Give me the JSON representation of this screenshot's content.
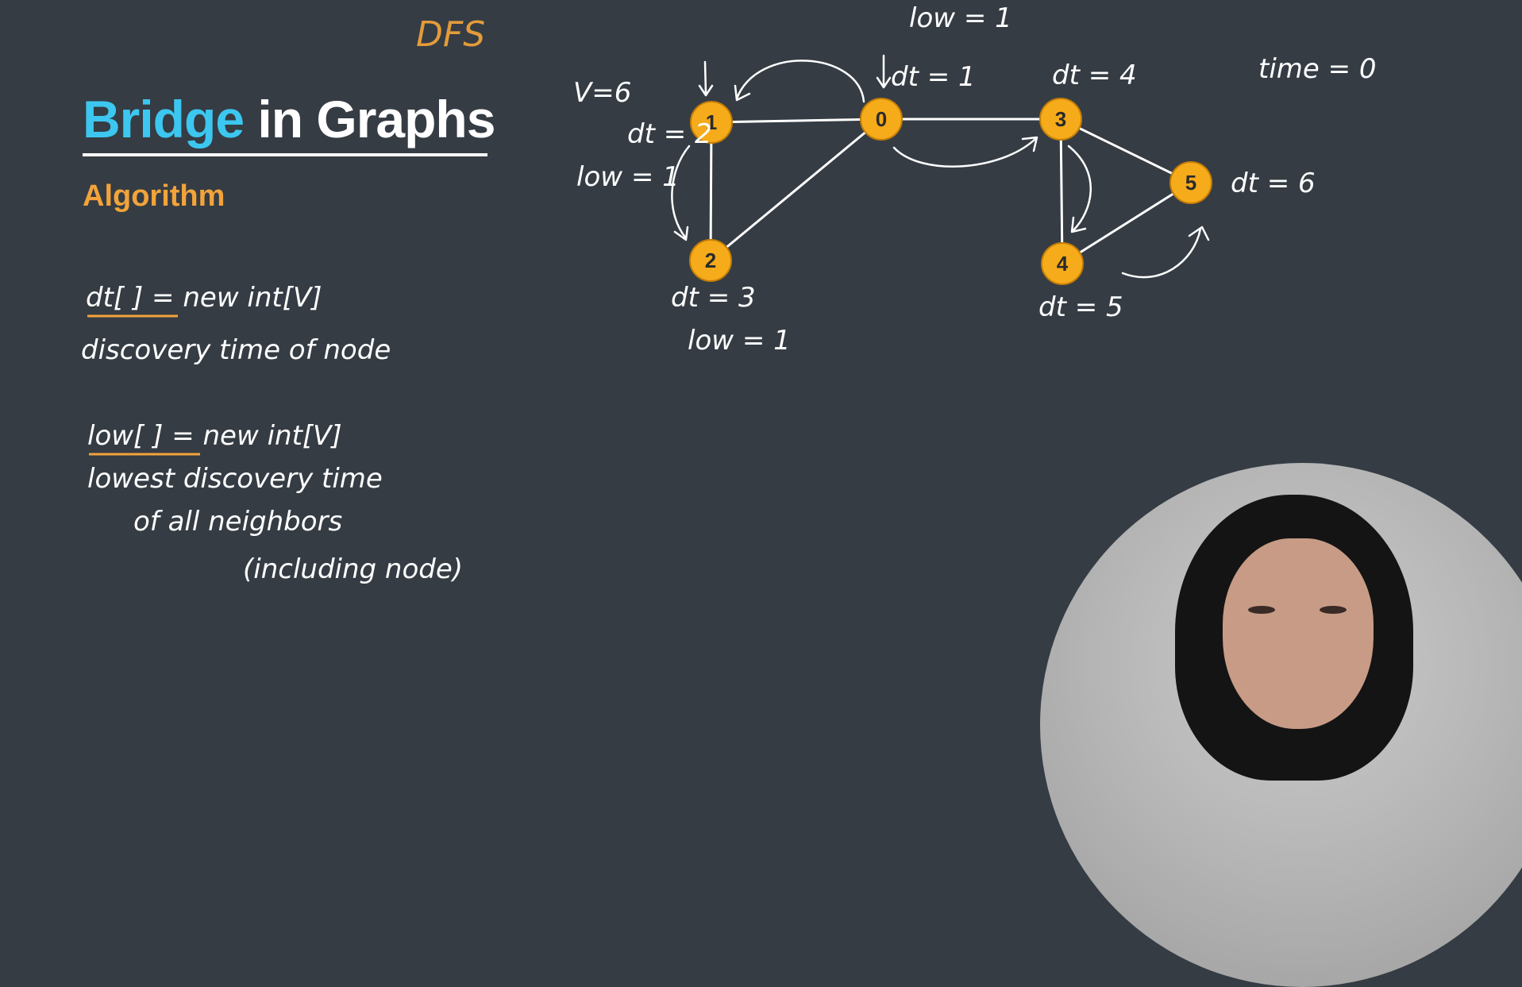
{
  "slide": {
    "title_accent": "Bridge",
    "title_rest": " in Graphs",
    "subtitle": "Algorithm",
    "dfs_label": "DFS",
    "vertex_count": "V=6",
    "time_label": "time = 0"
  },
  "definitions": {
    "dt_decl": "dt[ ] = new int[V]",
    "dt_desc": "discovery time of node",
    "low_decl": "low[ ] = new int[V]",
    "low_desc_1": "lowest discovery time",
    "low_desc_2": "of all neighbors",
    "low_desc_3": "(including node)"
  },
  "graph": {
    "nodes": [
      {
        "id": "0",
        "label": "0",
        "dt": "dt = 1",
        "low": "low = 1"
      },
      {
        "id": "1",
        "label": "1",
        "dt": "dt = 2",
        "low": "low = 1"
      },
      {
        "id": "2",
        "label": "2",
        "dt": "dt = 3",
        "low": "low = 1"
      },
      {
        "id": "3",
        "label": "3",
        "dt": "dt = 4"
      },
      {
        "id": "4",
        "label": "4",
        "dt": "dt = 5"
      },
      {
        "id": "5",
        "label": "5",
        "dt": "dt = 6"
      }
    ],
    "edges": [
      [
        "1",
        "0"
      ],
      [
        "1",
        "2"
      ],
      [
        "2",
        "0"
      ],
      [
        "0",
        "3"
      ],
      [
        "3",
        "4"
      ],
      [
        "3",
        "5"
      ],
      [
        "4",
        "5"
      ]
    ]
  },
  "colors": {
    "background": "#353c44",
    "node_fill": "#f6ab1a",
    "accent_blue": "#3cc7f0",
    "accent_orange": "#f2a33a",
    "ink": "#ffffff"
  }
}
